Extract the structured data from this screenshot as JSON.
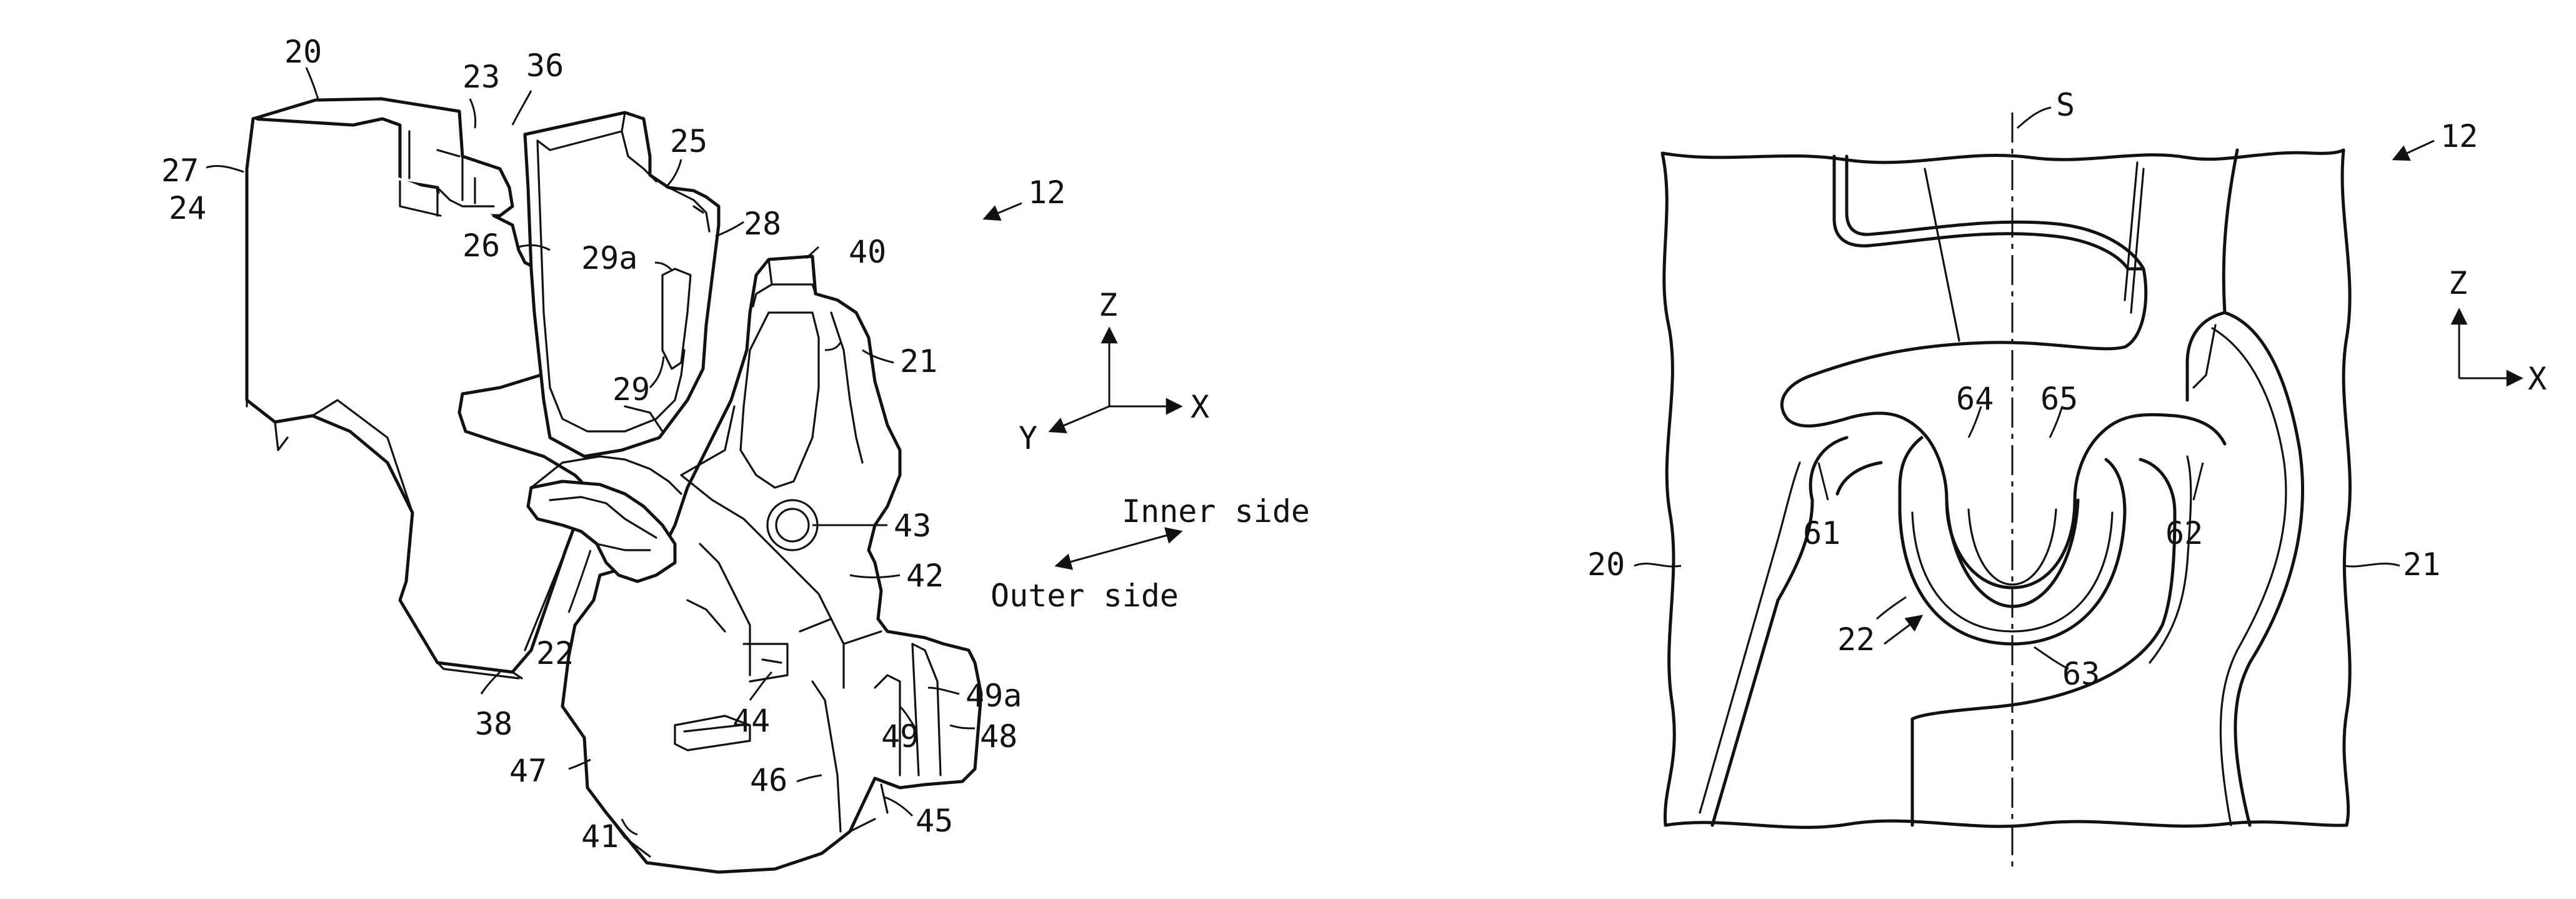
{
  "left_figure": {
    "ref_assembly": "12",
    "labels": {
      "l20": "20",
      "l23": "23",
      "l36": "36",
      "l27": "27",
      "l24": "24",
      "l25": "25",
      "l28": "28",
      "l26": "26",
      "l29a": "29a",
      "l29": "29",
      "l40": "40",
      "l21": "21",
      "l43": "43",
      "l42": "42",
      "l22": "22",
      "l38": "38",
      "l44": "44",
      "l49a": "49a",
      "l49": "49",
      "l48": "48",
      "l47": "47",
      "l46": "46",
      "l41": "41",
      "l45": "45"
    },
    "axes": {
      "z": "Z",
      "x": "X",
      "y": "Y"
    },
    "direction": {
      "inner": "Inner side",
      "outer": "Outer side"
    }
  },
  "right_figure": {
    "ref_assembly": "12",
    "axis_line_label": "S",
    "labels": {
      "l20": "20",
      "l21": "21",
      "l22": "22",
      "l61": "61",
      "l62": "62",
      "l63": "63",
      "l64": "64",
      "l65": "65"
    },
    "axes": {
      "z": "Z",
      "x": "X"
    }
  }
}
